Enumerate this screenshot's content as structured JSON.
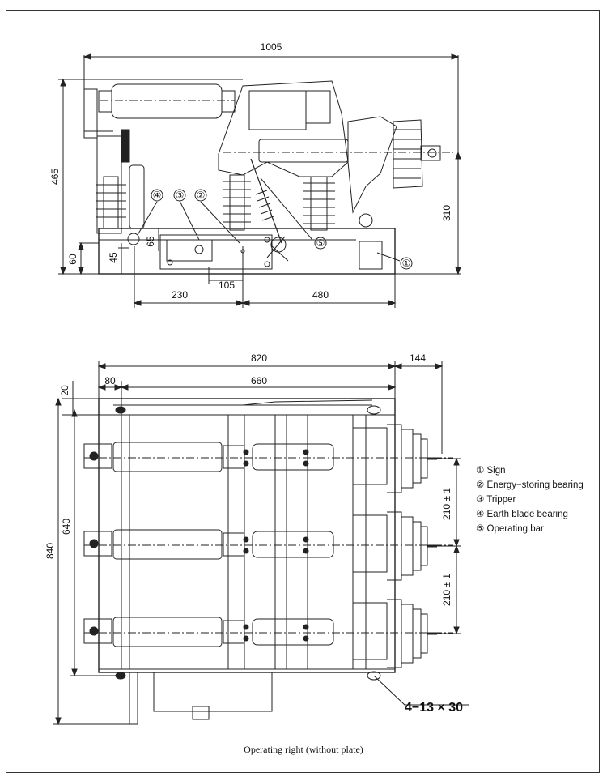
{
  "top_view": {
    "dims": {
      "overall_width": "1005",
      "height_465": "465",
      "height_310": "310",
      "height_60": "60",
      "height_45": "45",
      "height_65": "65",
      "width_230": "230",
      "width_105": "105",
      "width_480": "480"
    },
    "callouts": [
      "①",
      "②",
      "③",
      "④",
      "⑤"
    ]
  },
  "bottom_view": {
    "dims": {
      "width_820": "820",
      "width_144": "144",
      "width_80": "80",
      "width_660": "660",
      "height_20": "20",
      "height_640": "640",
      "height_840": "840",
      "pitch_1": "210 ± 1",
      "pitch_2": "210 ± 1",
      "holes": "4−13 × 30"
    }
  },
  "legend": [
    {
      "num": "①",
      "label": "Sign"
    },
    {
      "num": "②",
      "label": "Energy−storing bearing"
    },
    {
      "num": "③",
      "label": "Tripper"
    },
    {
      "num": "④",
      "label": "Earth blade bearing"
    },
    {
      "num": "⑤",
      "label": "Operating bar"
    }
  ],
  "caption": "Operating right (without plate)"
}
